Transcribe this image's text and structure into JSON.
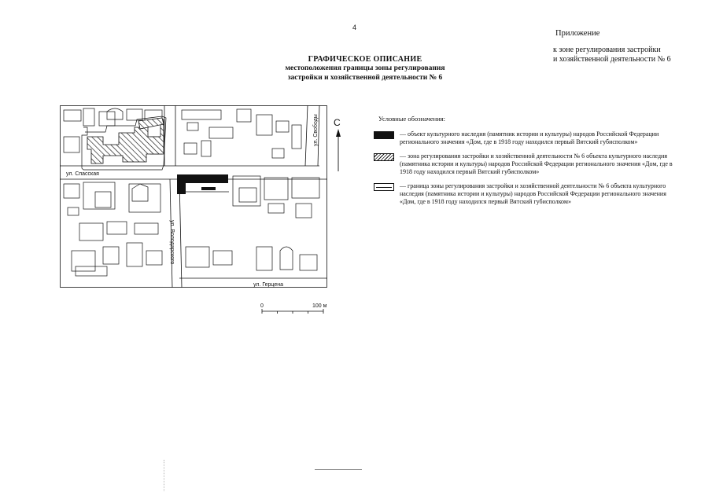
{
  "page_number": "4",
  "appendix": {
    "heading": "Приложение",
    "sub_line1": "к зоне регулирования застройки",
    "sub_line2": "и хозяйственной деятельности № 6"
  },
  "title": {
    "line1": "ГРАФИЧЕСКОЕ ОПИСАНИЕ",
    "line2": "местоположения границы зоны регулирования",
    "line3": "застройки и хозяйственной деятельности № 6"
  },
  "map": {
    "streets": {
      "spasskaya": "ул. Спасская",
      "volodarskogo": "ул. Володарского",
      "svobody": "ул. Свободы",
      "gertsena": "ул. Герцена"
    },
    "north_label": "С",
    "scale": {
      "start": "0",
      "end": "100 м"
    }
  },
  "legend": {
    "title": "Условные обозначения:",
    "items": [
      {
        "symbol": "solid-black",
        "text": "— объект культурного наследия (памятник истории и культуры) народов Российской Федерации регионального значения «Дом, где в 1918 году находился первый Вятский губисполком»"
      },
      {
        "symbol": "hatched",
        "text": "— зона регулирования застройки и хозяйственной деятельности № 6 объекта культурного наследия (памятника истории и культуры) народов Российской Федерации регионального значения «Дом, где в 1918 году находился первый Вятский губисполком»"
      },
      {
        "symbol": "double-line",
        "text": "— граница зоны регулирования застройки и хозяйственной деятельности № 6 объекта культурного наследия (памятника истории и культуры) народов Российской Федерации регионального значения «Дом, где в 1918 году находился первый Вятский губисполком»"
      }
    ]
  }
}
